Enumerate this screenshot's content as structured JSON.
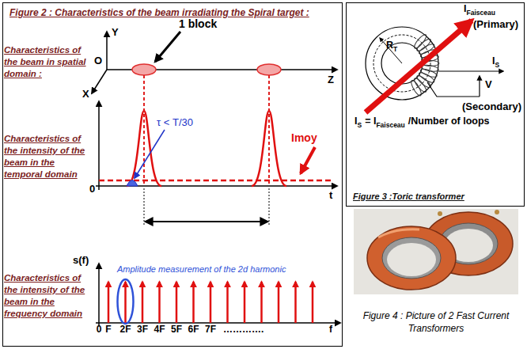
{
  "diagram": {
    "nodes": [
      {
        "text": [
          "Figure 2 : Characteristics of the beam irradiating the Spiral target :"
        ]
      },
      {
        "text": [
          "Figure 3 :Toric transformer"
        ]
      }
    ],
    "labels": [
      "Characteristics of the beam in spatial domain :",
      "Y",
      "O",
      "X",
      "Z",
      "1 block",
      "Characteristics of the intensity of the beam in the temporal domain",
      "0",
      "τ < T/30",
      "Imoy",
      "t",
      "Characteristics of the intensity of the beam in the frequency domain",
      "s(f)",
      "Amplitude measurement of the 2d harmonic",
      "0",
      "F",
      "2F",
      "3F",
      "4F",
      "5F",
      "6F",
      "7F",
      "………….",
      "f",
      "I",
      "Faisceau",
      "(Primary)",
      "R",
      "T",
      "I",
      "S",
      "V",
      "(Secondary)",
      "I",
      "S",
      "= I",
      "Faisceau",
      "/Number of loops",
      "Figure 4 : Picture of  2 Fast Current Transformers"
    ]
  }
}
